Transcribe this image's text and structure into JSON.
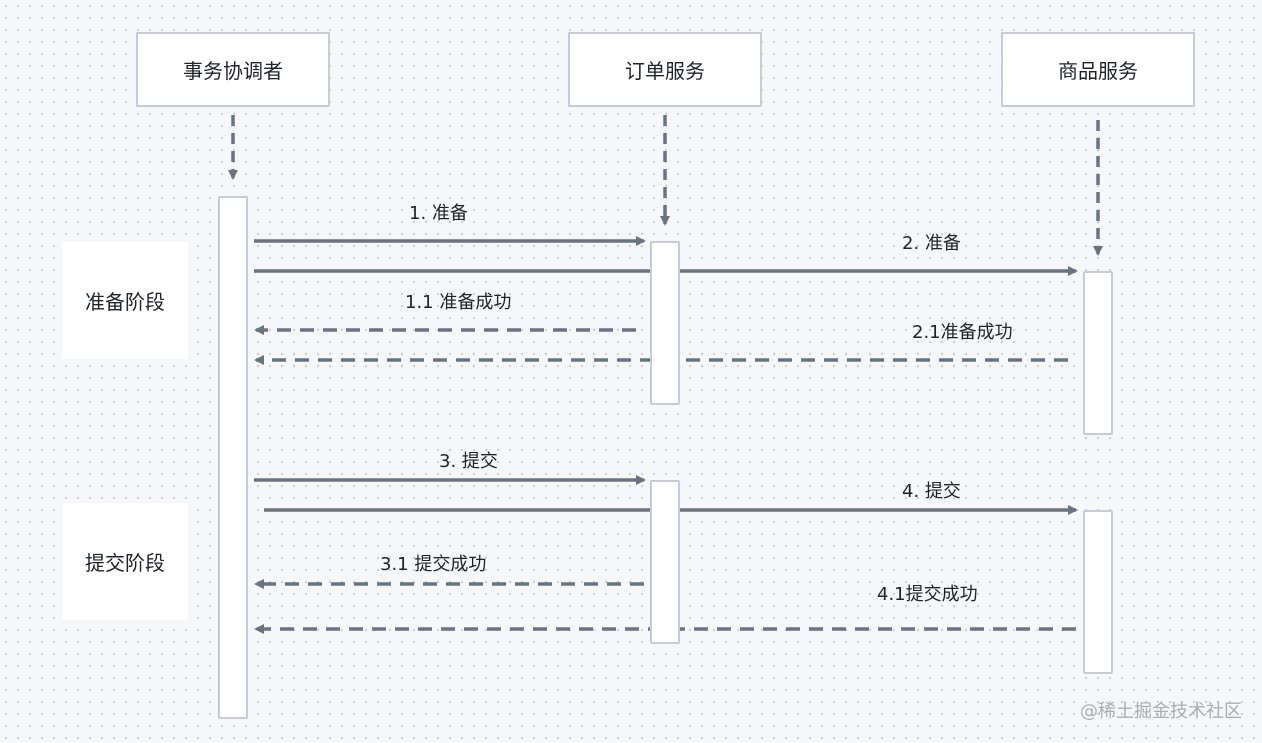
{
  "participants": {
    "coordinator": "事务协调者",
    "order_service": "订单服务",
    "product_service": "商品服务"
  },
  "phases": {
    "prepare": "准备阶段",
    "commit": "提交阶段"
  },
  "messages": {
    "m1": "1. 准备",
    "m2": "2. 准备",
    "m1_1": "1.1 准备成功",
    "m2_1": "2.1准备成功",
    "m3": "3. 提交",
    "m4": "4. 提交",
    "m3_1": "3.1 提交成功",
    "m4_1": "4.1提交成功"
  },
  "watermark": "@稀土掘金技术社区",
  "colors": {
    "arrow": "#6b7380",
    "box_border": "#c7ccd4",
    "background": "#f6f7f8"
  }
}
